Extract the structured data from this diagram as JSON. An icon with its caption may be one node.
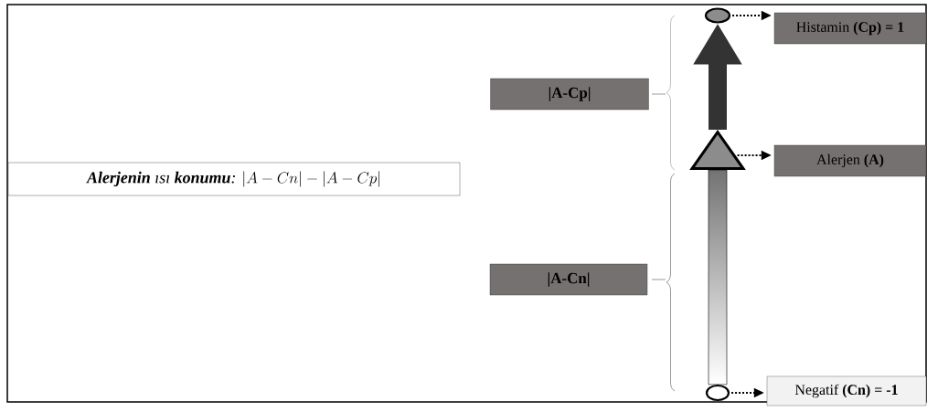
{
  "diagram": {
    "nodes": [
      {
        "text": [
          "**Alerjenin** ısı **konumu**:",
          "|A - Cn| - |A - Cp|"
        ]
      },
      {
        "text": [
          "|A-Cp|"
        ]
      },
      {
        "text": [
          "|A-Cn|"
        ]
      },
      {
        "text": [
          "Histamin **(Cp) = 1**"
        ]
      },
      {
        "text": [
          "Alerjen **(A)**"
        ]
      },
      {
        "text": [
          "Negatif **(Cn) = -1**"
        ]
      },
      {
        "text": [],
        "shape": "circle"
      },
      {
        "text": [],
        "shape": "triangle"
      },
      {
        "text": [],
        "shape": "circle"
      }
    ],
    "edges": [
      {
        "from": 6,
        "to": 3,
        "arrow": "to",
        "style": "dashed"
      },
      {
        "from": 7,
        "to": 4,
        "arrow": "to",
        "style": "dashed"
      },
      {
        "from": 8,
        "to": 5,
        "arrow": "to",
        "style": "dashed"
      },
      {
        "from": 8,
        "to": 7,
        "arrow": "none",
        "style": "thick"
      },
      {
        "from": 7,
        "to": 6,
        "arrow": "to",
        "style": "thick"
      }
    ]
  }
}
